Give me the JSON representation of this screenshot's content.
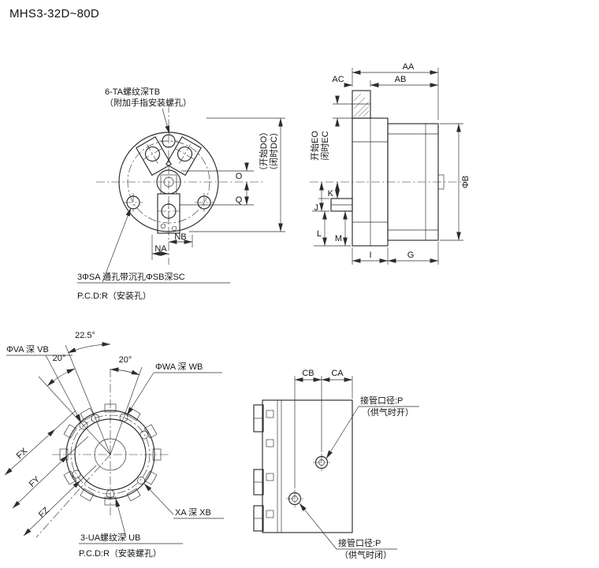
{
  "title": "MHS3-32D~80D",
  "front": {
    "thread_label": "6-TA螺纹深TB",
    "thread_note": "（附加手指安装螺孔）",
    "open_label": "（开始DO）",
    "closed_label": "（闭时DC）",
    "dim_o": "O",
    "dim_q": "Q",
    "dim_nb": "NB",
    "dim_na": "NA",
    "hole_label": "3ΦSA 通孔带沉孔ΦSB深SC",
    "pcd_label": "P.C.D:R（安装孔）"
  },
  "side": {
    "dim_aa": "AA",
    "dim_ac": "AC",
    "dim_ab": "AB",
    "open_label": "开始EO",
    "closed_label": "闭时EC",
    "dim_b": "ΦB",
    "dim_k": "K",
    "dim_j": "J",
    "dim_l": "L",
    "dim_m": "M",
    "dim_i": "I",
    "dim_g": "G"
  },
  "bottom": {
    "angle_a": "22.5°",
    "angle_b": "20°",
    "angle_c": "20°",
    "va_label": "ΦVA 深 VB",
    "wa_label": "ΦWA 深 WB",
    "dim_fx": "FX",
    "dim_fy": "FY",
    "dim_fz": "FZ",
    "xa_label": "XA 深 XB",
    "ua_label": "3-UA螺纹深 UB",
    "pcd_label": "P.C.D:R（安装螺孔）"
  },
  "piping": {
    "dim_cb": "CB",
    "dim_ca": "CA",
    "open_label": "接管口径:P",
    "open_note": "（供气时开）",
    "close_label": "接管口径:P",
    "close_note": "（供气时闭）"
  }
}
